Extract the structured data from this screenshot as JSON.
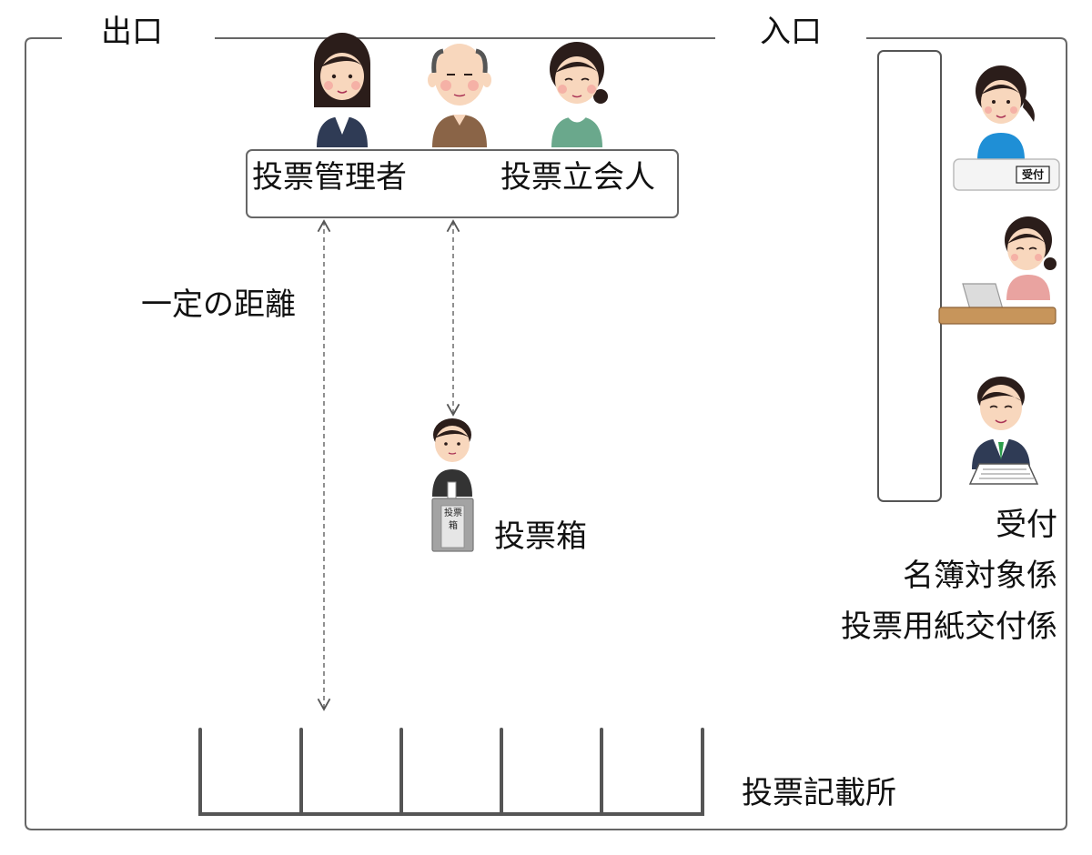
{
  "doors": {
    "exit": "出口",
    "entrance": "入口"
  },
  "officials": {
    "manager": "投票管理者",
    "witness": "投票立会人"
  },
  "distance_label": "一定の距離",
  "ballot_box": {
    "label": "投票箱",
    "box_text": "投票箱"
  },
  "reception": {
    "desk_sign": "受付",
    "roles": [
      "受付",
      "名簿対象係",
      "投票用紙交付係"
    ]
  },
  "booths": {
    "label": "投票記載所",
    "count": 5
  },
  "colors": {
    "outline": "#555555",
    "table_border": "#666666",
    "arrow": "#555555",
    "booth": "#555555",
    "skin": "#f8d7bd",
    "hair": "#2b1d1a",
    "navy": "#2f3b55",
    "brown": "#8a6447",
    "green": "#6aa88c",
    "blue": "#1f8fd6",
    "pink": "#e9a3a0"
  }
}
